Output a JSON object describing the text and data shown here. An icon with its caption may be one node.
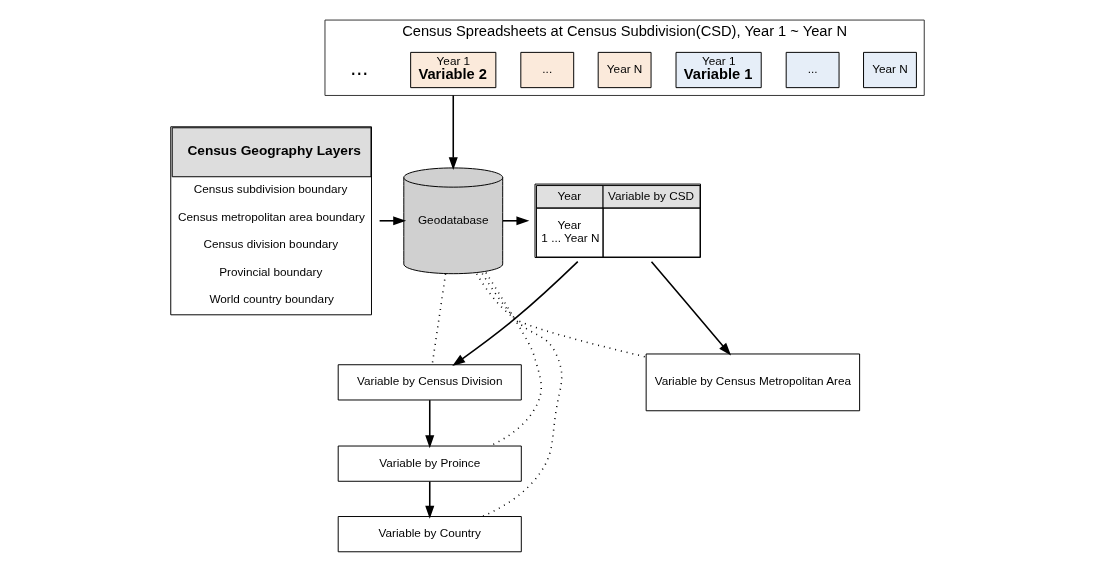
{
  "diagram": {
    "nodes": [
      {
        "text": [
          "Census Spreadsheets at Census Subdivision(CSD), Year 1 ~ Year N"
        ]
      },
      {
        "text": [
          "Year N"
        ],
        "in": 0
      },
      {
        "text": [
          "..."
        ],
        "in": 0
      },
      {
        "text": [
          "Year 1",
          "Variable 1"
        ],
        "in": 0
      },
      {
        "text": [
          "Year N"
        ],
        "in": 0
      },
      {
        "text": [
          "..."
        ],
        "in": 0
      },
      {
        "text": [
          "Year 1",
          "Variable 2"
        ],
        "in": 0
      },
      {
        "text": [
          "Census Geography Layers",
          "Census subdivision boundary",
          "Census metropolitan area boundary",
          "Census division boundary",
          "Provincial boundary",
          "World country boundary"
        ]
      },
      {
        "text": [
          "Geodatabase"
        ]
      },
      {
        "text": [
          "Year",
          "Variable by CSD",
          "Year 1 ... Year N"
        ]
      },
      {
        "text": [
          "Variable by Census Division"
        ]
      },
      {
        "text": [
          "Variable by Proince"
        ]
      },
      {
        "text": [
          "Variable by Country"
        ]
      },
      {
        "text": [
          "Variable by Census Metropolitan Area"
        ]
      }
    ],
    "edges": [
      {
        "from": 0,
        "to": 8,
        "arrow": "to"
      },
      {
        "from": 7,
        "to": 8,
        "arrow": "to"
      },
      {
        "from": 8,
        "to": 9,
        "arrow": "to"
      },
      {
        "from": 9,
        "to": 10,
        "arrow": "to"
      },
      {
        "from": 9,
        "to": 13,
        "arrow": "to"
      },
      {
        "from": 10,
        "to": 11,
        "arrow": "to"
      },
      {
        "from": 11,
        "to": 12,
        "arrow": "to"
      },
      {
        "from": 8,
        "to": 13,
        "arrow": "none",
        "style": "dashed"
      },
      {
        "from": 8,
        "to": 10,
        "arrow": "none",
        "style": "dashed"
      },
      {
        "from": 8,
        "to": 11,
        "arrow": "none",
        "style": "dashed"
      },
      {
        "from": 8,
        "to": 12,
        "arrow": "none",
        "style": "dashed"
      }
    ],
    "labels": [
      "..."
    ]
  }
}
